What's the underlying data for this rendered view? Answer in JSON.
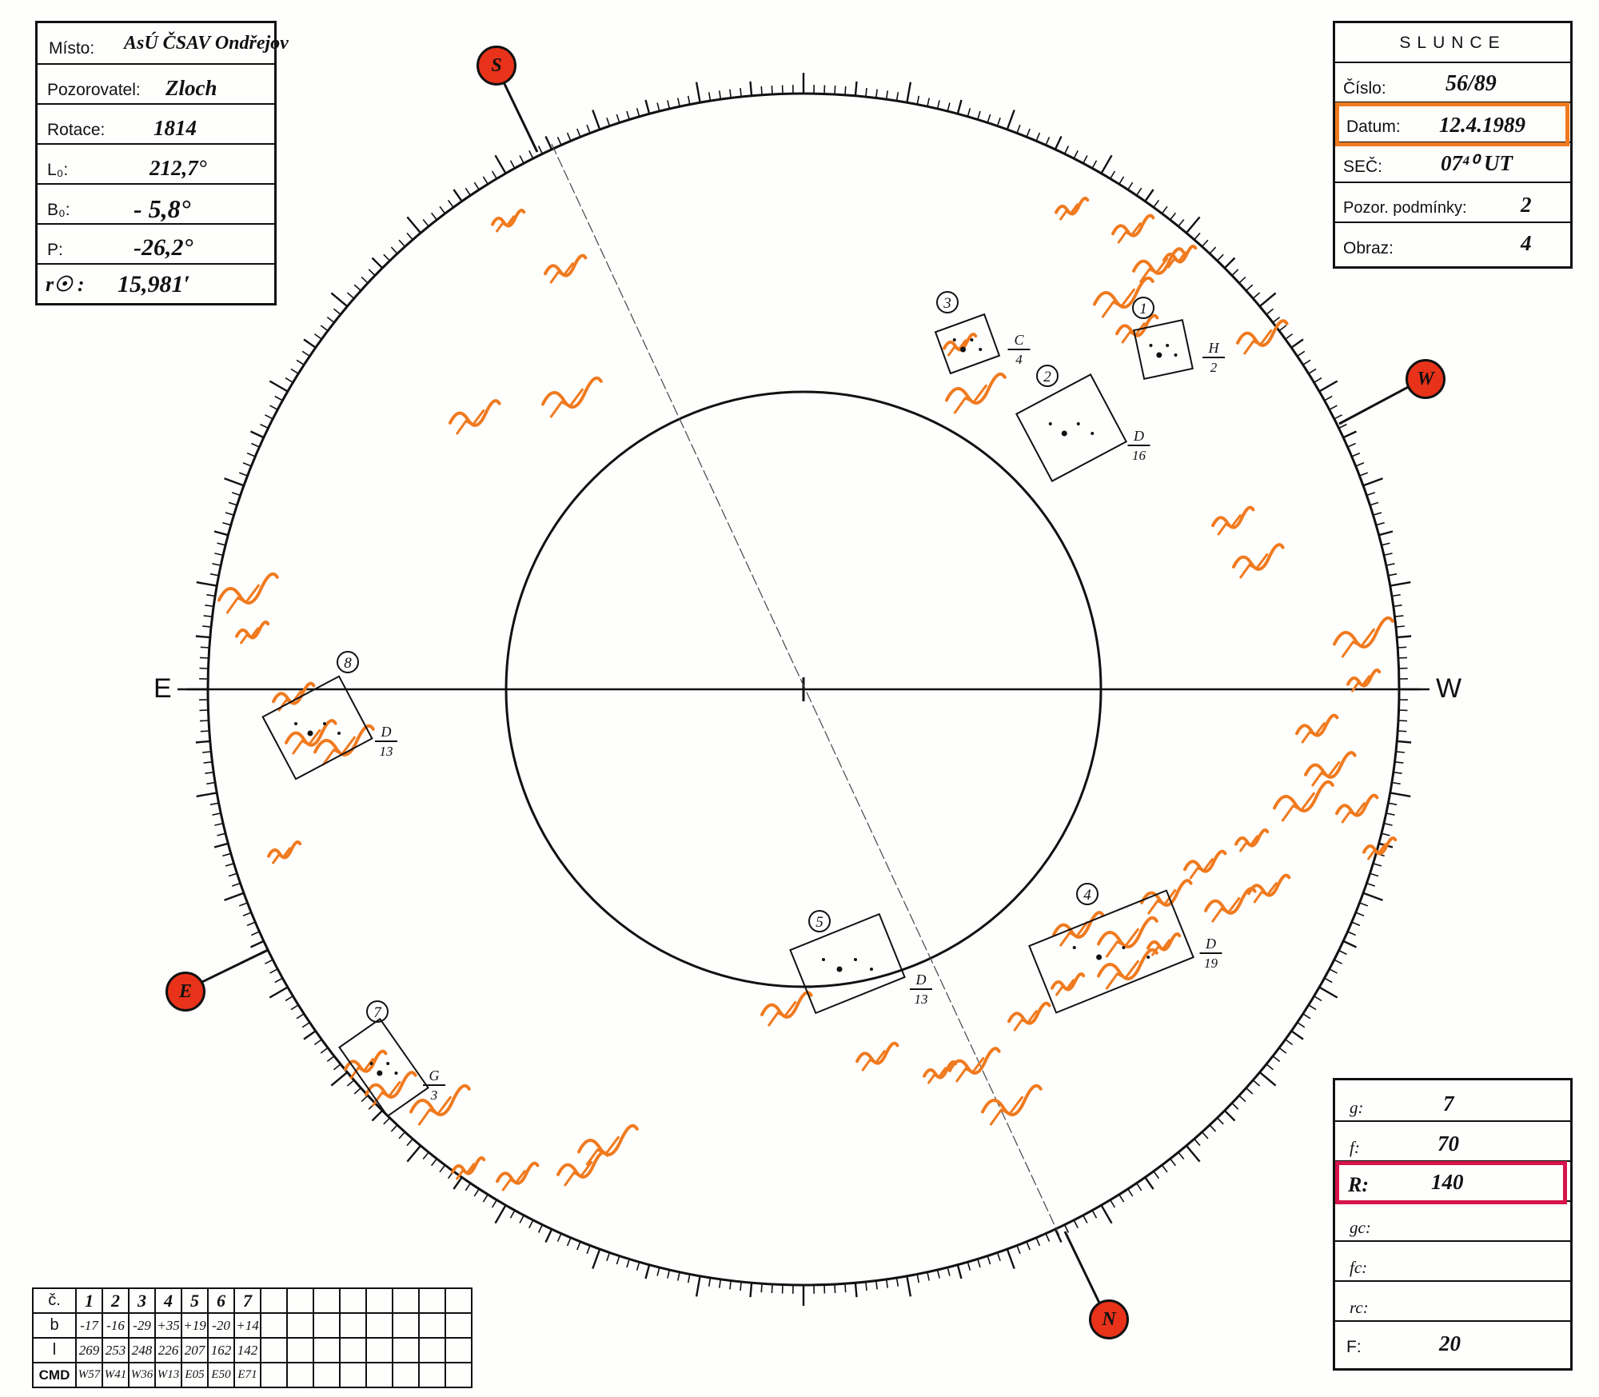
{
  "observation": {
    "misto_label": "Místo:",
    "misto_value": "AsÚ ČSAV Ondřejov",
    "pozorovatel_label": "Pozorovatel:",
    "pozorovatel_value": "Zloch",
    "rotace_label": "Rotace:",
    "rotace_value": "1814",
    "l0_label": "L₀:",
    "l0_value": "212,7°",
    "b0_label": "B₀:",
    "b0_value": "- 5,8°",
    "p_label": "P:",
    "p_value": "-26,2°",
    "r0_label": "r☉ :",
    "r0_value": "15,981′"
  },
  "header": {
    "title": "SLUNCE",
    "cislo_label": "Číslo:",
    "cislo_value": "56/89",
    "datum_label": "Datum:",
    "datum_value": "12.4.1989",
    "sec_label": "SEČ:",
    "sec_value": "07⁴⁰ UT",
    "podminky_label": "Pozor. podmínky:",
    "podminky_value": "2",
    "obraz_label": "Obraz:",
    "obraz_value": "4"
  },
  "directions": {
    "east": "E",
    "west": "W",
    "marker_s": "S",
    "marker_w": "W",
    "marker_e": "E",
    "marker_n": "N"
  },
  "groups": [
    {
      "num": "1",
      "cls": "H",
      "n": "2"
    },
    {
      "num": "2",
      "cls": "D",
      "n": "16"
    },
    {
      "num": "3",
      "cls": "C",
      "n": "4"
    },
    {
      "num": "4",
      "cls": "D",
      "n": "19"
    },
    {
      "num": "5",
      "cls": "D",
      "n": "13"
    },
    {
      "num": "7",
      "cls": "G",
      "n": "3"
    },
    {
      "num": "8",
      "cls": "D",
      "n": "13"
    }
  ],
  "coord_table": {
    "row_labels": [
      "č.",
      "b",
      "l",
      "CMD"
    ],
    "numbers": [
      "1",
      "2",
      "3",
      "4",
      "5",
      "6",
      "7"
    ],
    "b": [
      "-17",
      "-16",
      "-29",
      "+35",
      "+19",
      "-20",
      "+14"
    ],
    "l": [
      "269",
      "253",
      "248",
      "226",
      "207",
      "162",
      "142"
    ],
    "cmd": [
      "W57",
      "W41",
      "W36",
      "W13",
      "E05",
      "E50",
      "E71"
    ]
  },
  "counts": {
    "g_label": "g:",
    "g_value": "7",
    "f_label": "f:",
    "f_value": "70",
    "r_label": "R:",
    "r_value": "140",
    "gc_label": "gc:",
    "gc_value": "",
    "fc_label": "fc:",
    "fc_value": "",
    "rc_label": "rc:",
    "rc_value": "",
    "F_label": "F:",
    "F_value": "20"
  },
  "colors": {
    "faculae": "#f07a1e",
    "marker": "#e8331a",
    "highlight_orange": "#f07a1e",
    "highlight_red": "#d4144a",
    "ink": "#111111"
  }
}
